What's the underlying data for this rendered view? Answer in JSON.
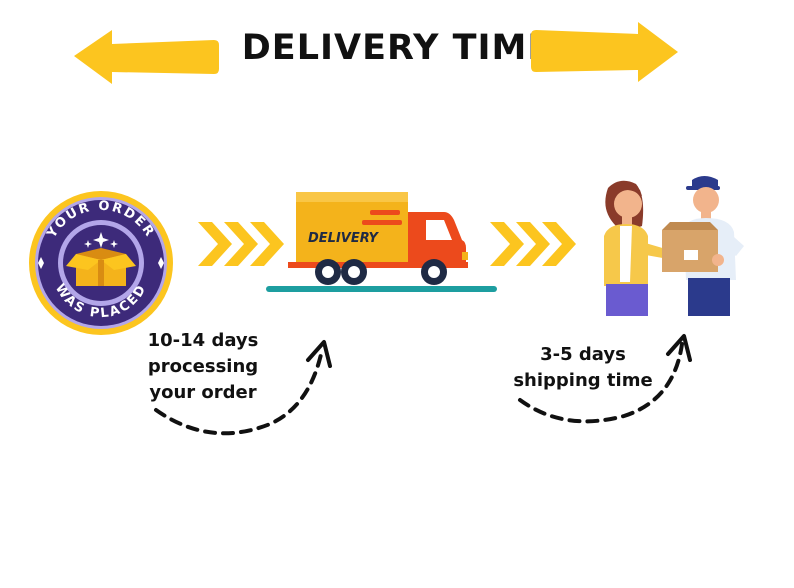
{
  "title": "DELIVERY TIME",
  "badge": {
    "top_text": "YOUR ORDER",
    "bottom_text": "WAS PLACED"
  },
  "truck": {
    "label": "DELIVERY"
  },
  "steps": [
    {
      "lines": [
        "10-14 days",
        "processing",
        "your order"
      ]
    },
    {
      "lines": [
        "3-5 days",
        "shipping time"
      ]
    }
  ],
  "colors": {
    "arrow_yellow": "#fcc51f",
    "badge_purple": "#3d2a7a",
    "badge_lavender": "#b3a6e9",
    "truck_orange": "#f4b31b",
    "cab_red": "#ec4a1c",
    "road_teal": "#1d9ea0"
  },
  "icons": [
    "arrow-left-icon",
    "arrow-right-icon",
    "chevron-triple-icon",
    "dashed-curved-arrow-icon",
    "open-box-icon",
    "delivery-truck-icon",
    "courier-handover-icon"
  ]
}
